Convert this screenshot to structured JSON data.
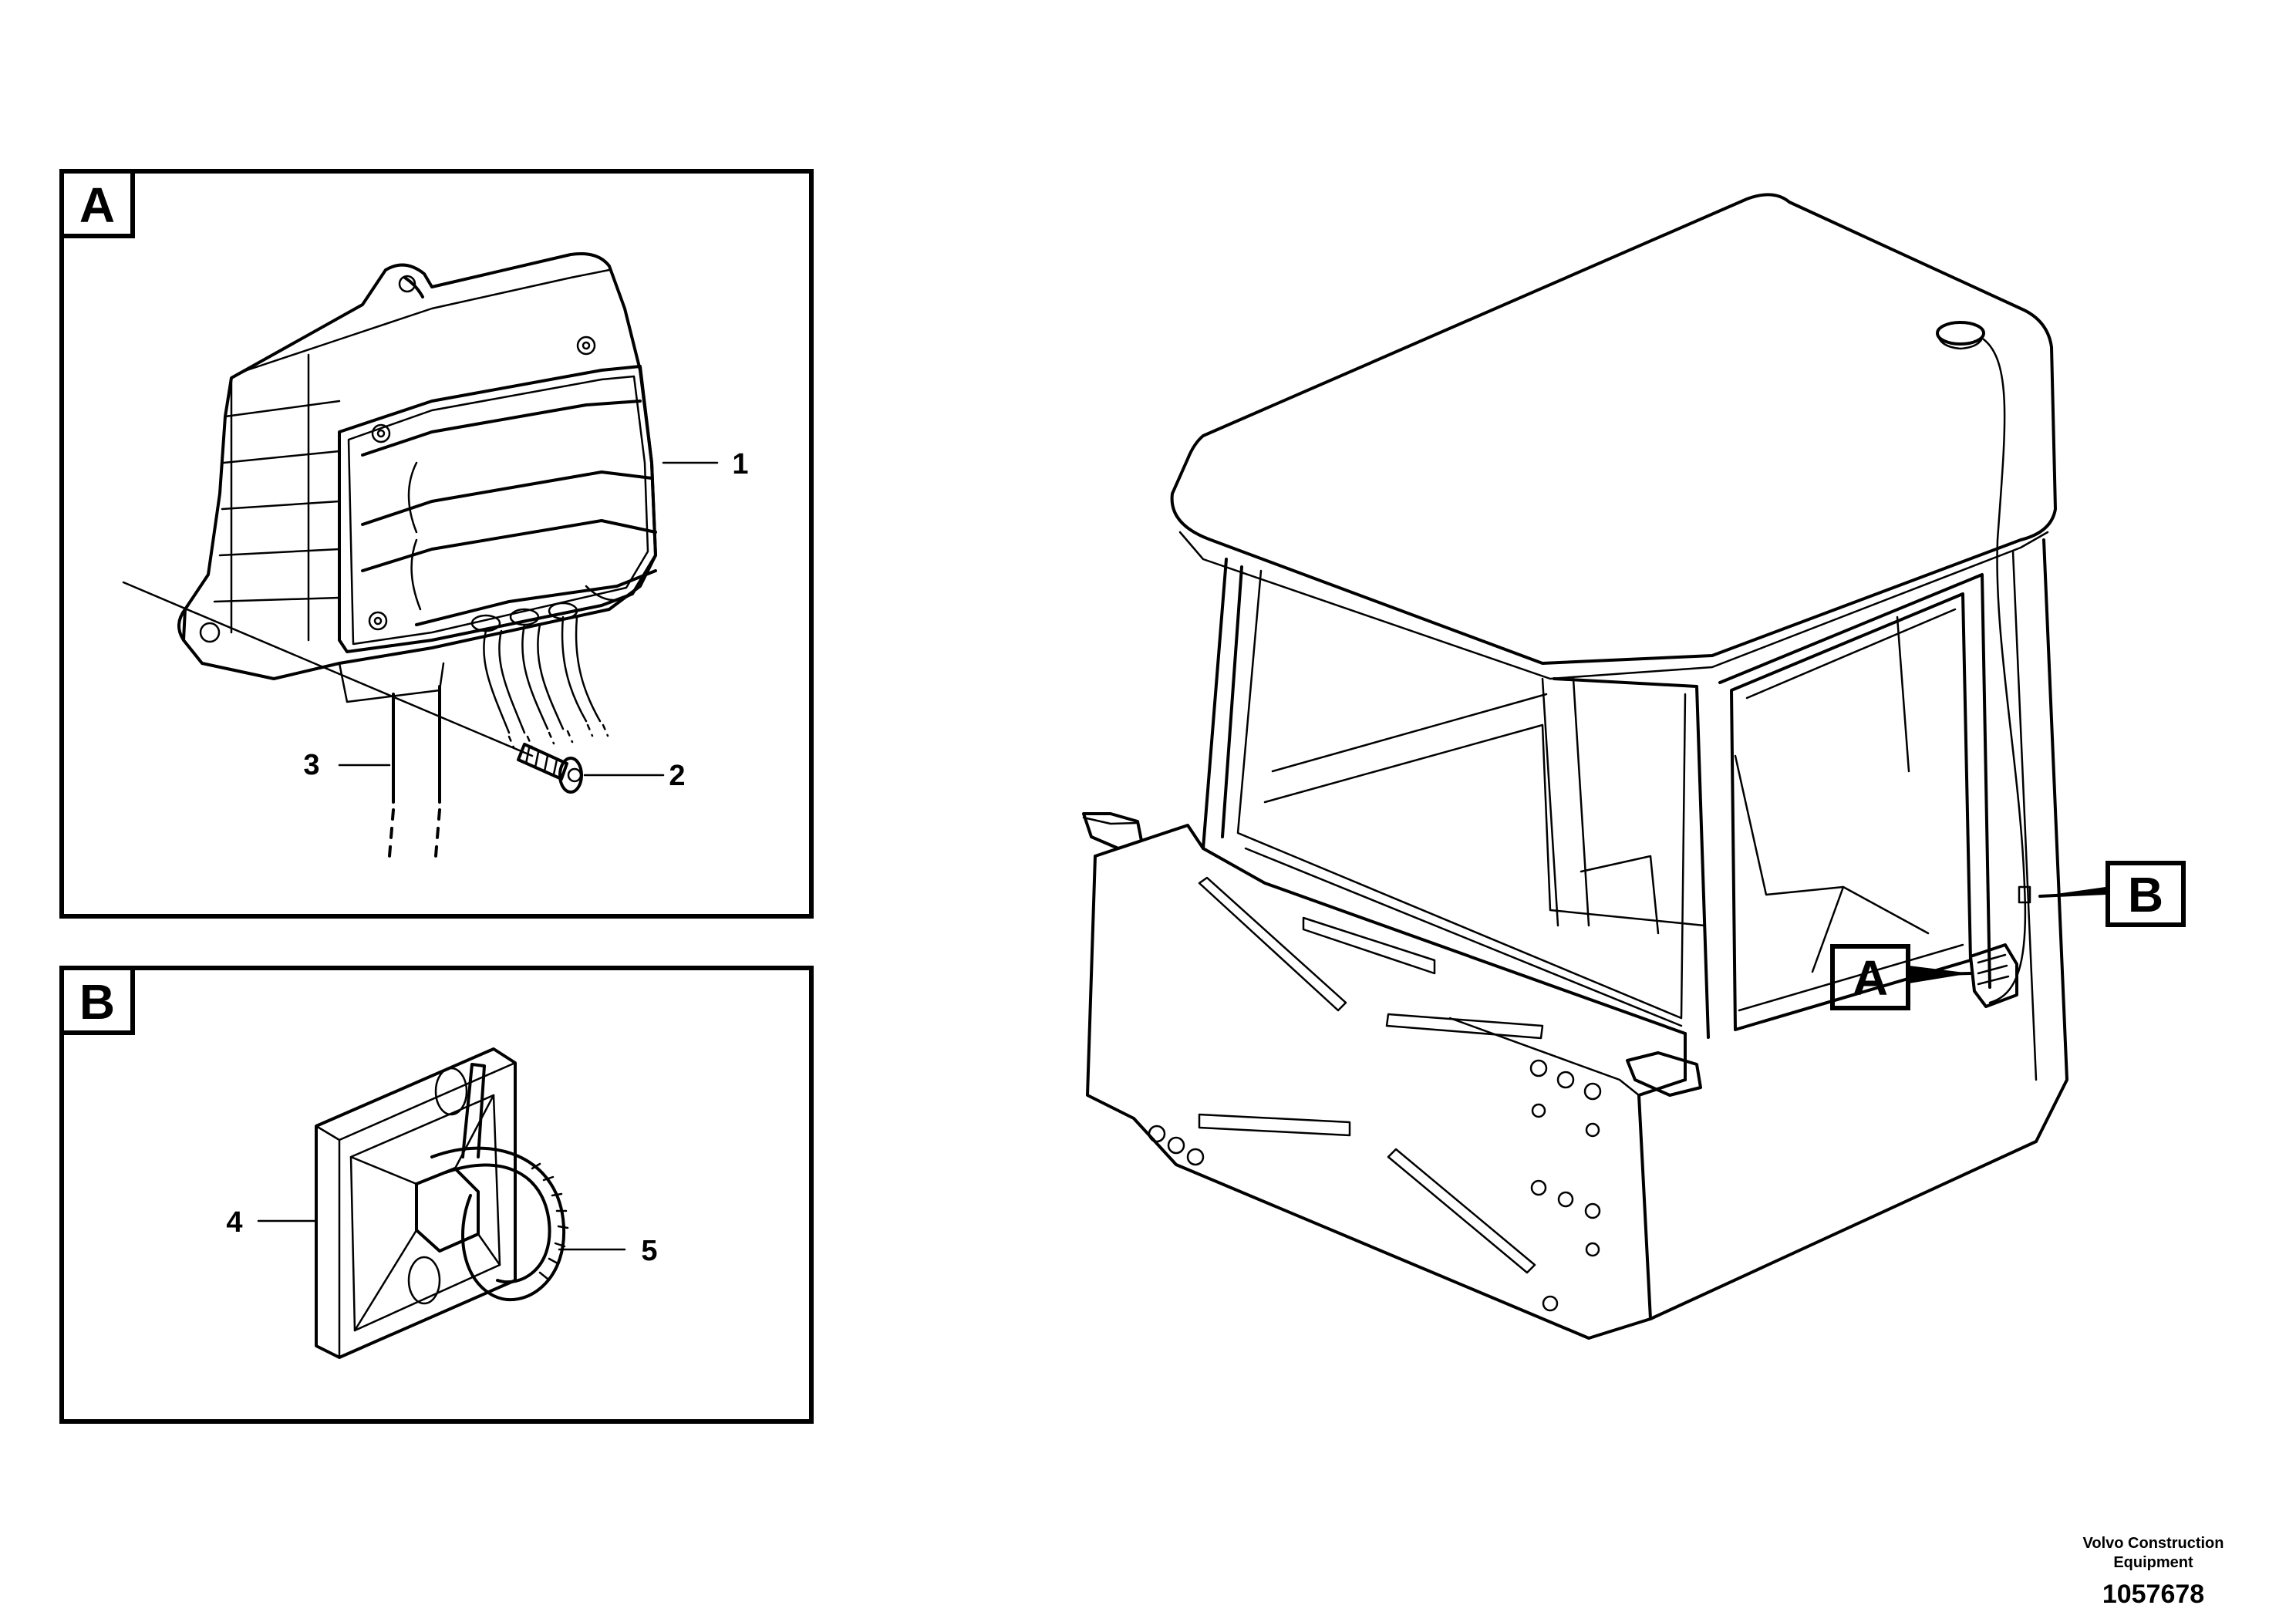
{
  "panels": {
    "a_label": "A",
    "b_label": "B"
  },
  "callouts": {
    "c1": "1",
    "c2": "2",
    "c3": "3",
    "c4": "4",
    "c5": "5"
  },
  "cab": {
    "tag_a": "A",
    "tag_b": "B"
  },
  "footer": {
    "company_line1": "Volvo Construction",
    "company_line2": "Equipment",
    "drawing_number": "1057678"
  }
}
